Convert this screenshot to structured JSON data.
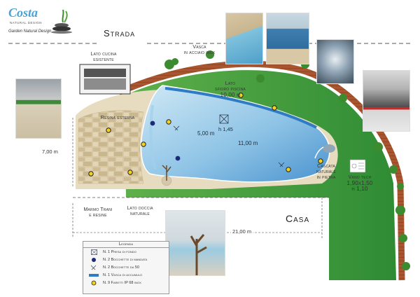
{
  "logo": {
    "brand": "Costa",
    "tagline": "NATURAL DESIGN",
    "subline": "Garden Natural Design"
  },
  "labels": {
    "strada": "Strada",
    "casa": "Casa",
    "lato_cucina": "Lato cucina",
    "lato_cucina_2": "esistente",
    "vasca_inox": "Vasca",
    "vasca_inox_2": "in acciaio inox",
    "lato_sfioro": "Lato",
    "lato_sfioro_2": "sfioro piscina",
    "lato_sfioro_dim": "10,00 m",
    "resina_esterna": "Resina esterna",
    "marmo_trani": "Marmo Trani",
    "marmo_trani_2": "e resine",
    "lato_doccia": "Lato doccia",
    "lato_doccia_2": "naturale",
    "cascata": "Cascata",
    "cascata_2": "naturale",
    "cascata_3": "in pietra",
    "vano_tech": "Vano tech",
    "vano_tech_dim": "1,90x1,50",
    "vano_tech_h": "h 1,10"
  },
  "dimensions": {
    "width_5": "5,00 m",
    "depth": "h 1,45",
    "length_11": "11,00 m",
    "side_7": "7,00 m",
    "total_21": "21,00 m"
  },
  "legend": {
    "title": "Legenda",
    "items": [
      {
        "symbol": "presa",
        "text": "N. 1 Presa di fondo"
      },
      {
        "symbol": "bocchetta-mandata",
        "text": "N. 2 Bocchette di mandata"
      },
      {
        "symbol": "bocchetta-50",
        "text": "N. 2 Bocchette da 50"
      },
      {
        "symbol": "vasca-accumulo",
        "text": "N. 1 Vasca di accumulo"
      },
      {
        "symbol": "faretto",
        "text": "N. 9 Faretti IP 68 inox"
      }
    ]
  },
  "colors": {
    "pool_light": "#b9dcef",
    "pool_dark": "#3d86c4",
    "grass": "#3f9a3a",
    "wall": "#a4552f",
    "stone": "#d9c9a8",
    "faretto": "#f2d21a",
    "bocchetta": "#1d2a7a"
  }
}
